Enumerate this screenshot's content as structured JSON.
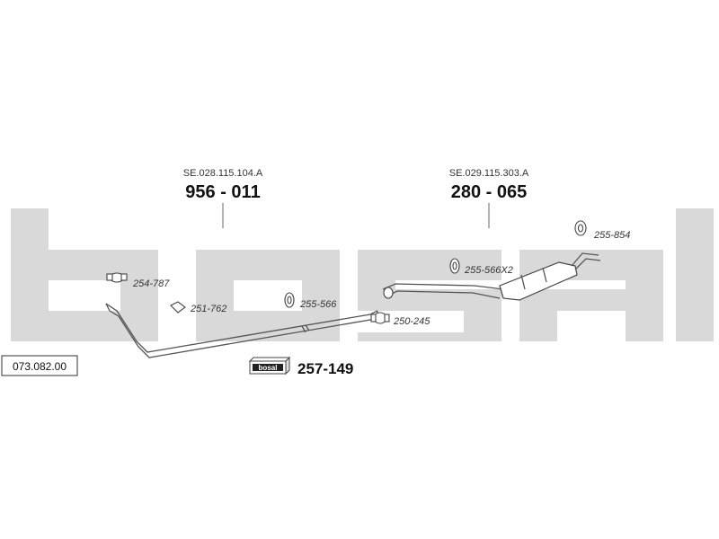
{
  "watermark": {
    "text": "bosal"
  },
  "catalog_number": "073.082.00",
  "assemblies": [
    {
      "reference": "SE.028.115.104.A",
      "part_number": "956 - 011"
    },
    {
      "reference": "SE.029.115.303.A",
      "part_number": "280 - 065"
    }
  ],
  "parts": [
    {
      "label": "254-787",
      "icon": "clamp-icon"
    },
    {
      "label": "251-762",
      "icon": "gasket-icon"
    },
    {
      "label": "255-566",
      "icon": "rubber-ring-icon"
    },
    {
      "label": "250-245",
      "icon": "clamp-icon"
    },
    {
      "label": "255-566X2",
      "icon": "rubber-ring-icon"
    },
    {
      "label": "255-854",
      "icon": "hanger-icon"
    }
  ],
  "mounting_kit": {
    "label": "257-149",
    "logo": "bosal"
  }
}
